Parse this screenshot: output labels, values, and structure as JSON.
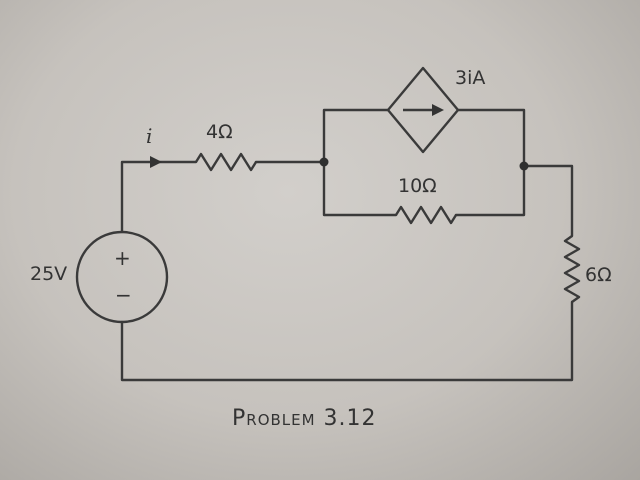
{
  "diagram": {
    "current_label": "i",
    "source": {
      "label": "25V",
      "plus": "+",
      "minus": "−"
    },
    "resistors": {
      "r4": "4Ω",
      "r10": "10Ω",
      "r6": "6Ω"
    },
    "dependent_source": {
      "label": "3iA"
    },
    "caption": "Problem 3.12"
  }
}
